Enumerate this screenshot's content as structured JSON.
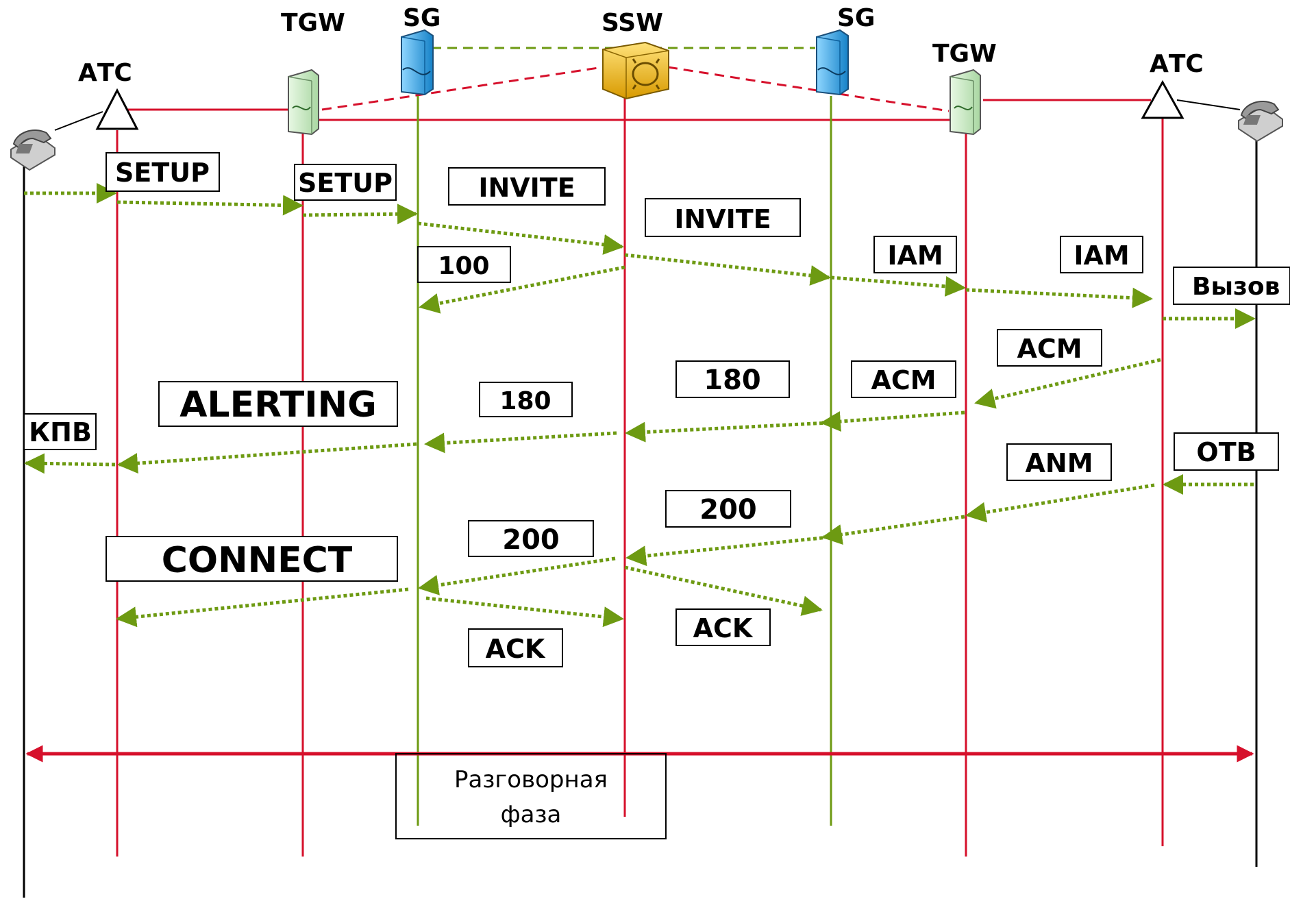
{
  "colors": {
    "red": "#d6102b",
    "green": "#6d9a12",
    "black": "#000000",
    "tgw": "#c8ecc4",
    "sg": "#2aa6e6",
    "ssw": "#f0c419"
  },
  "nodes": {
    "atc_left": "АТС",
    "tgw_left": "TGW",
    "sg_left": "SG",
    "ssw": "SSW",
    "sg_right": "SG",
    "tgw_right": "TGW",
    "atc_right": "АТС"
  },
  "messages": {
    "setup_1": "SETUP",
    "setup_2": "SETUP",
    "invite_1": "INVITE",
    "invite_2": "INVITE",
    "trying_100": "100",
    "iam_1": "IAM",
    "iam_2": "IAM",
    "call": "Вызов",
    "acm_1": "ACM",
    "acm_2": "ACM",
    "ringing_180_1": "180",
    "ringing_180_2": "180",
    "alerting": "ALERTING",
    "kpv": "КПВ",
    "anm": "ANM",
    "otv": "ОТВ",
    "ok_200_1": "200",
    "ok_200_2": "200",
    "connect": "CONNECT",
    "ack_1": "ACK",
    "ack_2": "ACK"
  },
  "phase": {
    "line1": "Разговорная",
    "line2": "фаза"
  }
}
